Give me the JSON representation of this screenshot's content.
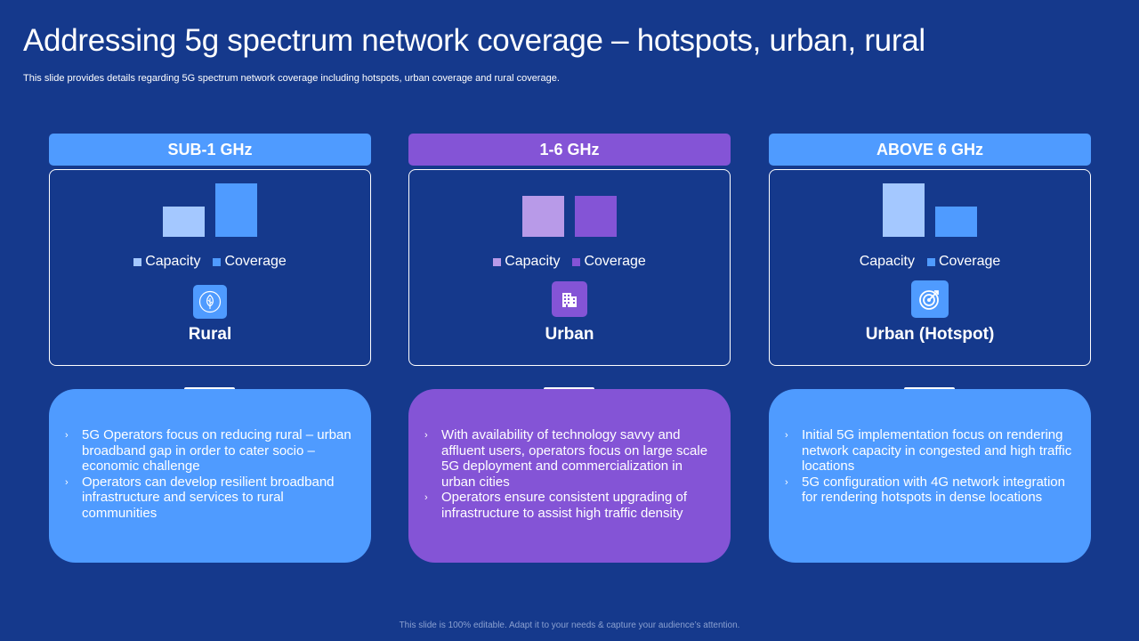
{
  "title": "Addressing 5g spectrum network coverage – hotspots, urban, rural",
  "subtitle": "This slide provides details regarding 5G spectrum network coverage including hotspots, urban coverage and rural coverage.",
  "footer": "This slide is 100% editable. Adapt it to your needs & capture your audience’s attention.",
  "columns": [
    {
      "band": "SUB-1 GHz",
      "band_color": "#4f9bff",
      "label": "Rural",
      "icon": "leaf-icon",
      "panel_color": "#4f9bff",
      "legend": [
        {
          "text": "Capacity",
          "color": "#a4c8ff"
        },
        {
          "text": "Coverage",
          "color": "#4f9bff"
        }
      ],
      "bullets": [
        "5G Operators focus on reducing rural – urban broadband gap in order to cater socio – economic challenge",
        "Operators can develop resilient broadband infrastructure and services to rural communities"
      ]
    },
    {
      "band": "1-6 GHz",
      "band_color": "#8454d6",
      "label": "Urban",
      "icon": "building-icon",
      "panel_color": "#8454d6",
      "legend": [
        {
          "text": "Capacity",
          "color": "#b89ae8"
        },
        {
          "text": "Coverage",
          "color": "#8454d6"
        }
      ],
      "bullets": [
        "With availability of technology savvy and affluent users, operators focus on large scale 5G deployment and commercialization in urban cities",
        "Operators ensure consistent upgrading of infrastructure to assist high traffic density"
      ]
    },
    {
      "band": "ABOVE 6 GHz",
      "band_color": "#4f9bff",
      "label": "Urban (Hotspot)",
      "icon": "target-icon",
      "panel_color": "#4f9bff",
      "legend": [
        {
          "text": "Capacity",
          "color": "#a4c8ff",
          "hide_swatch": true
        },
        {
          "text": "Coverage",
          "color": "#4f9bff"
        }
      ],
      "bullets": [
        "Initial 5G implementation focus on rendering network capacity in congested and high traffic locations",
        "5G configuration with 4G network integration for rendering hotspots in dense locations"
      ]
    }
  ],
  "chart_data": [
    {
      "type": "bar",
      "categories": [
        "Capacity",
        "Coverage"
      ],
      "values": [
        34,
        60
      ],
      "ylim": [
        0,
        60
      ],
      "colors": [
        "#a4c8ff",
        "#4f9bff"
      ]
    },
    {
      "type": "bar",
      "categories": [
        "Capacity",
        "Coverage"
      ],
      "values": [
        46,
        46
      ],
      "ylim": [
        0,
        60
      ],
      "colors": [
        "#b89ae8",
        "#8454d6"
      ]
    },
    {
      "type": "bar",
      "categories": [
        "Capacity",
        "Coverage"
      ],
      "values": [
        60,
        34
      ],
      "ylim": [
        0,
        60
      ],
      "colors": [
        "#a4c8ff",
        "#4f9bff"
      ]
    }
  ]
}
